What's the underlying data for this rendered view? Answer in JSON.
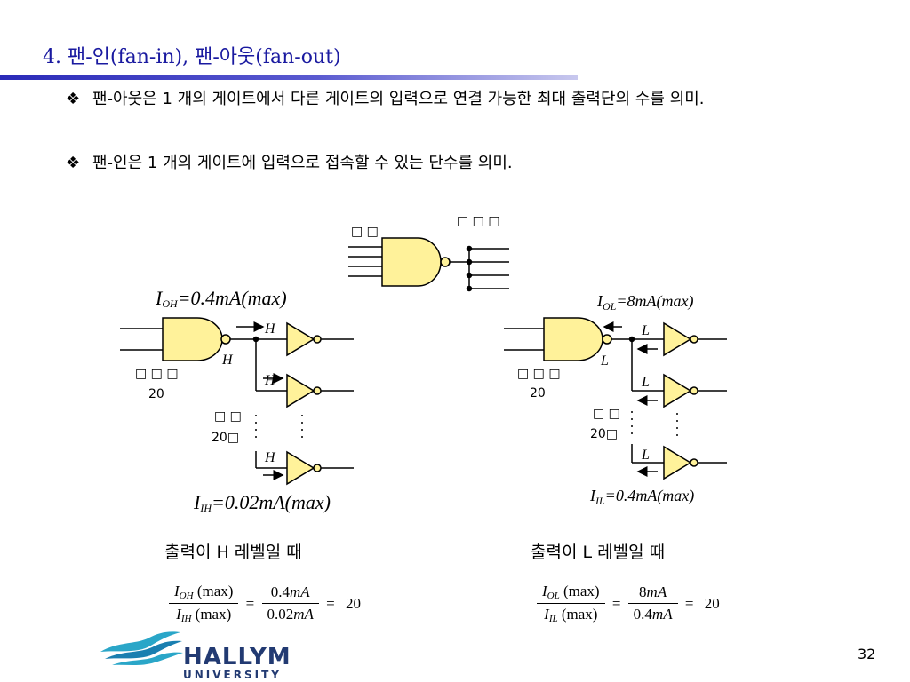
{
  "title": "4. 팬-인(fan-in), 팬-아웃(fan-out)",
  "bullets": [
    {
      "mark": "❖",
      "text": "팬-아웃은 1 개의 게이트에서 다른 게이트의 입력으로 연결 가능한 최대 출력단의 수를 의미."
    },
    {
      "mark": "❖",
      "text": "팬-인은 1 개의 게이트에 입력으로 접속할 수 있는 단수를 의미."
    }
  ],
  "top_gate": {
    "label_in": "□ □",
    "label_out": "□ □ □"
  },
  "left_circuit": {
    "ioh_main": "I",
    "ioh_sub": "OH",
    "ioh_rest": "=0.4mA(max)",
    "h1": "H",
    "h2": "H",
    "h3": "H",
    "h_out": "H",
    "box_label": "□ □ □",
    "count": "20",
    "box_label2": "□ □",
    "count2": "20□",
    "iih_main": "I",
    "iih_sub": "IH",
    "iih_rest": "=0.02mA(max)",
    "caption": "출력이 H 레벨일 때"
  },
  "right_circuit": {
    "iol_main": "I",
    "iol_sub": "OL",
    "iol_rest": "=8mA(max)",
    "l1": "L",
    "l2": "L",
    "l3": "L",
    "l_out": "L",
    "box_label": "□ □ □",
    "count": "20",
    "box_label2": "□ □",
    "count2": "20□",
    "iil_main": "I",
    "iil_sub": "IL",
    "iil_rest": "=0.4mA(max)",
    "caption": "출력이 L 레벨일 때"
  },
  "eq_left": {
    "num_i": "I",
    "num_sub": "OH",
    "num_rest": " (max)",
    "den_i": "I",
    "den_sub": "IH",
    "den_rest": " (max)",
    "eq1": "=",
    "num2": "0.4",
    "num2_unit": "mA",
    "den2": "0.02",
    "den2_unit": "mA",
    "eq2": "=",
    "result": "20"
  },
  "eq_right": {
    "num_i": "I",
    "num_sub": "OL",
    "num_rest": " (max)",
    "den_i": "I",
    "den_sub": "IL",
    "den_rest": " (max)",
    "eq1": "=",
    "num2": "8",
    "num2_unit": "mA",
    "den2": "0.4",
    "den2_unit": "mA",
    "eq2": "=",
    "result": "20"
  },
  "logo": {
    "line1": "HALLYM",
    "line2": "UNIVERSITY"
  },
  "page_number": "32",
  "colors": {
    "gate_fill": "#fff29a",
    "title": "#1a1aa0",
    "logo": "#223a72",
    "logo_wave": "#2aa6c8"
  }
}
